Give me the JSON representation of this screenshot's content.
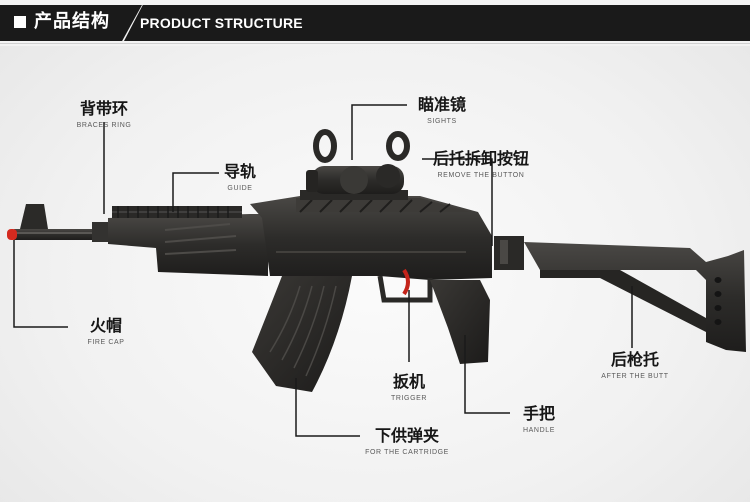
{
  "header": {
    "title_cn": "产品结构",
    "title_en": "PRODUCT STRUCTURE"
  },
  "labels": {
    "braces_ring": {
      "cn": "背带环",
      "en": "BRACES RING"
    },
    "guide": {
      "cn": "导轨",
      "en": "GUIDE"
    },
    "sights": {
      "cn": "瞄准镜",
      "en": "SIGHTS"
    },
    "remove_button": {
      "cn": "后托拆卸按钮",
      "en": "REMOVE THE BUTTON"
    },
    "fire_cap": {
      "cn": "火帽",
      "en": "FIRE CAP"
    },
    "after_butt": {
      "cn": "后枪托",
      "en": "AFTER THE BUTT"
    },
    "trigger": {
      "cn": "扳机",
      "en": "TRIGGER"
    },
    "handle": {
      "cn": "手把",
      "en": "HANDLE"
    },
    "cartridge": {
      "cn": "下供弹夹",
      "en": "FOR THE CARTRIDGE"
    }
  },
  "colors": {
    "header_bg": "#1a1a1a",
    "gun_body": "#2e2d2b",
    "fire_cap_tip": "#d42a1f",
    "trigger": "#c4241a",
    "leader_line": "#1a1a1a"
  }
}
